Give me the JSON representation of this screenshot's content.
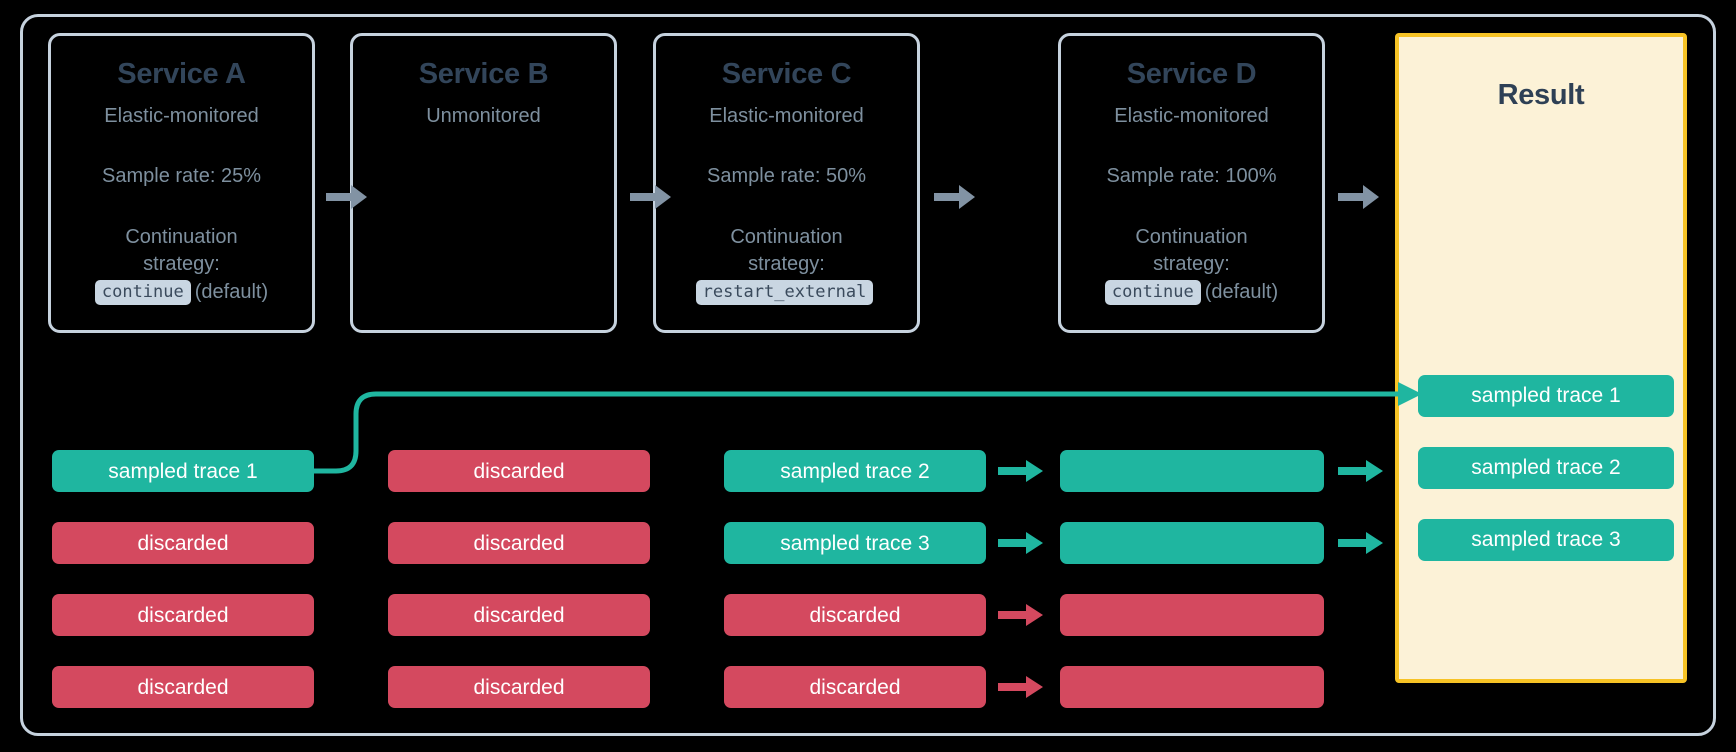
{
  "diagram": {
    "title_hidden": "Distributed tracing sampling across services",
    "accent_teal": "#1FB6A0",
    "accent_red": "#D4495F",
    "accent_gold": "#F7C325",
    "result_bg": "#FCF2D7",
    "frame_border": "#C6D2DE",
    "arrow_gray": "#8293A4",
    "heading_color": "#32455A"
  },
  "services": [
    {
      "name": "Service A",
      "monitoring": "Elastic-monitored",
      "sample_rate": "Sample rate: 25%",
      "strategy_label_line1": "Continuation",
      "strategy_label_line2": "strategy:",
      "strategy_value": "continue",
      "strategy_note": "(default)",
      "has_details": true
    },
    {
      "name": "Service B",
      "monitoring": "Unmonitored",
      "sample_rate": "",
      "strategy_label_line1": "",
      "strategy_label_line2": "",
      "strategy_value": "",
      "strategy_note": "",
      "has_details": false
    },
    {
      "name": "Service C",
      "monitoring": "Elastic-monitored",
      "sample_rate": "Sample rate: 50%",
      "strategy_label_line1": "Continuation",
      "strategy_label_line2": "strategy:",
      "strategy_value": "restart_external",
      "strategy_note": "",
      "has_details": true
    },
    {
      "name": "Service D",
      "monitoring": "Elastic-monitored",
      "sample_rate": "Sample rate: 100%",
      "strategy_label_line1": "Continuation",
      "strategy_label_line2": "strategy:",
      "strategy_value": "continue",
      "strategy_note": "(default)",
      "has_details": true
    }
  ],
  "result": {
    "title": "Result",
    "traces": [
      {
        "label": "sampled trace 1",
        "state": "sampled"
      },
      {
        "label": "sampled trace 2",
        "state": "sampled"
      },
      {
        "label": "sampled trace 3",
        "state": "sampled"
      }
    ]
  },
  "columns": [
    {
      "service": "Service A",
      "chips": [
        {
          "label": "sampled trace 1",
          "state": "sampled"
        },
        {
          "label": "discarded",
          "state": "discarded"
        },
        {
          "label": "discarded",
          "state": "discarded"
        },
        {
          "label": "discarded",
          "state": "discarded"
        }
      ]
    },
    {
      "service": "Service B",
      "chips": [
        {
          "label": "discarded",
          "state": "discarded"
        },
        {
          "label": "discarded",
          "state": "discarded"
        },
        {
          "label": "discarded",
          "state": "discarded"
        },
        {
          "label": "discarded",
          "state": "discarded"
        }
      ]
    },
    {
      "service": "Service C",
      "chips": [
        {
          "label": "sampled trace 2",
          "state": "sampled"
        },
        {
          "label": "sampled trace 3",
          "state": "sampled"
        },
        {
          "label": "discarded",
          "state": "discarded"
        },
        {
          "label": "discarded",
          "state": "discarded"
        }
      ]
    },
    {
      "service": "Service D",
      "chips": [
        {
          "label": "",
          "state": "sampled"
        },
        {
          "label": "",
          "state": "sampled"
        },
        {
          "label": "",
          "state": "discarded"
        },
        {
          "label": "",
          "state": "discarded"
        }
      ]
    }
  ],
  "icons": {
    "flow_arrow": "right-arrow-icon",
    "curve_connector": "curved-connector-icon"
  }
}
